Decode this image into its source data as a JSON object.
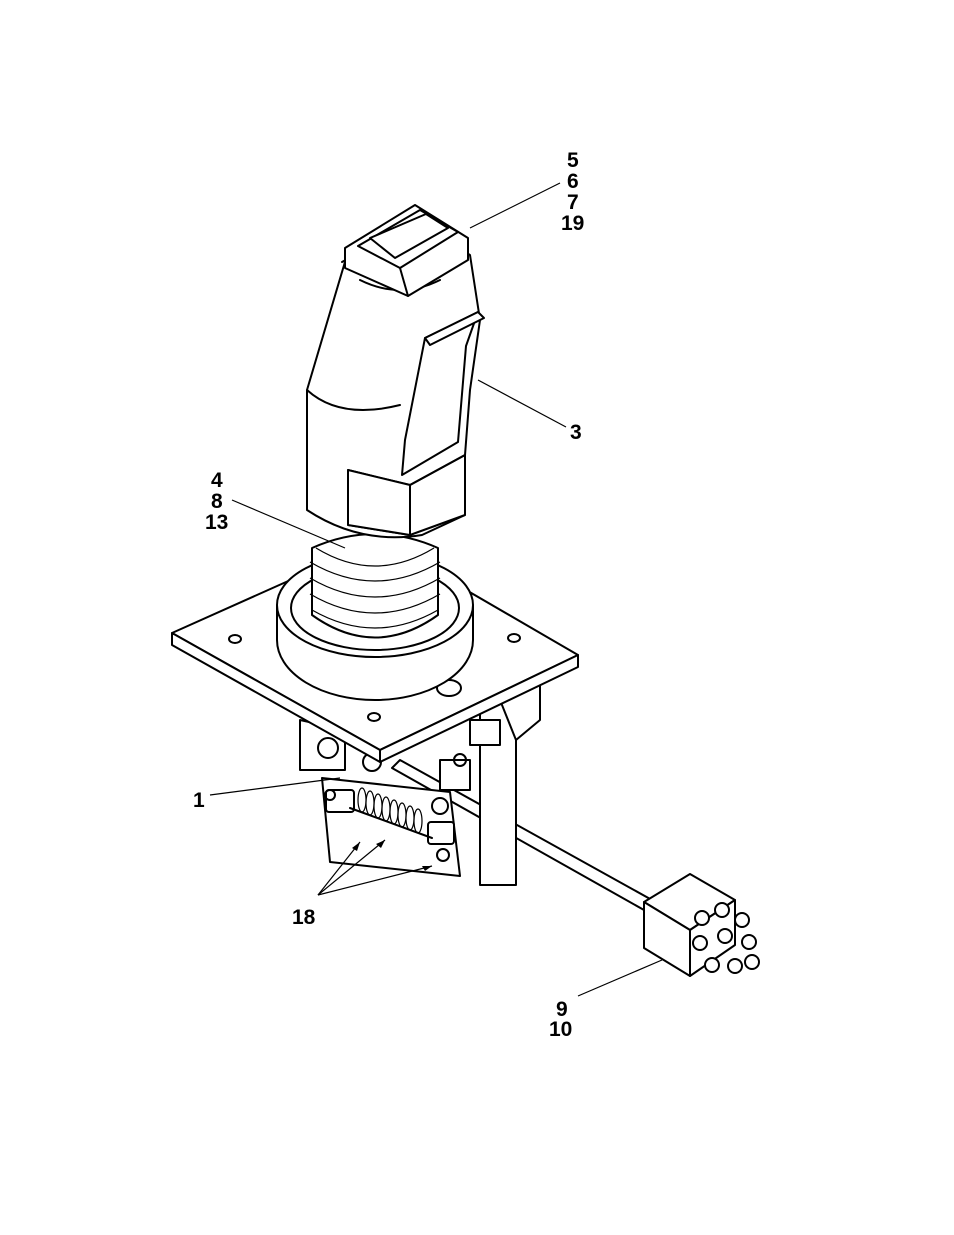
{
  "callouts": {
    "c5": "5",
    "c6": "6",
    "c7": "7",
    "c19": "19",
    "c3": "3",
    "c4": "4",
    "c8": "8",
    "c13": "13",
    "c1": "1",
    "c18": "18",
    "c9": "9",
    "c10": "10"
  }
}
